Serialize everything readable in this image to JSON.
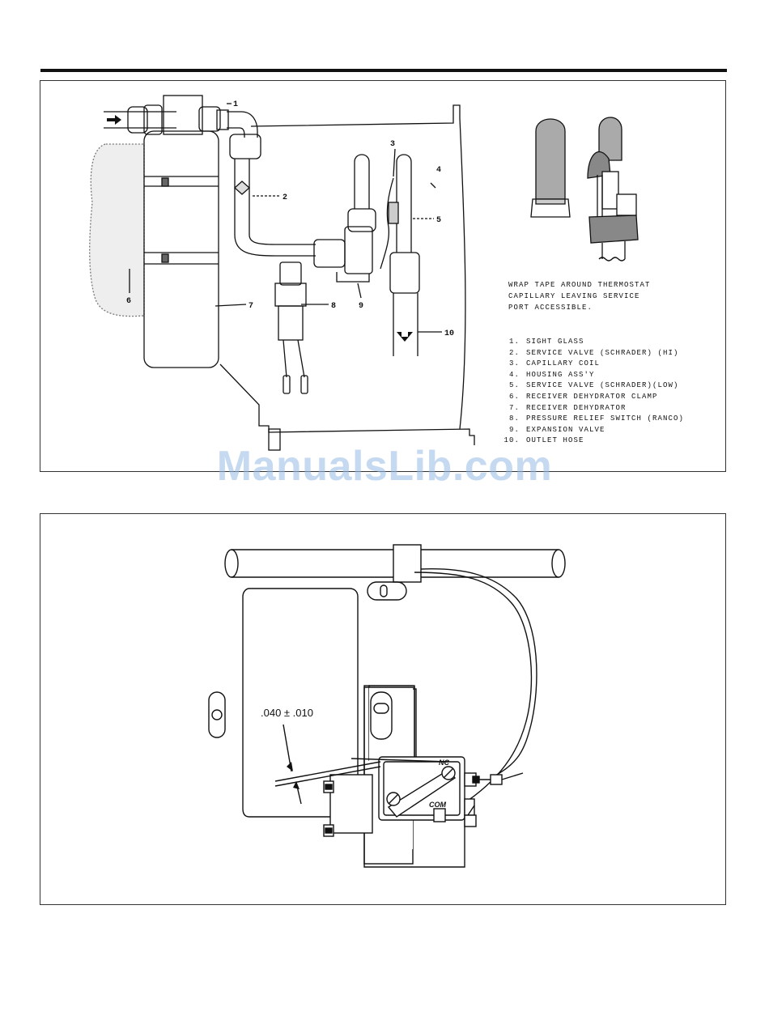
{
  "figure1": {
    "callouts": [
      "1",
      "2",
      "3",
      "4",
      "5",
      "6",
      "7",
      "8",
      "9",
      "10"
    ],
    "note": [
      "WRAP TAPE AROUND THERMOSTAT",
      "CAPILLARY LEAVING SERVICE",
      "PORT ACCESSIBLE."
    ],
    "legend": [
      {
        "num": "1.",
        "label": "SIGHT GLASS"
      },
      {
        "num": "2.",
        "label": "SERVICE VALVE (SCHRADER) (HI)"
      },
      {
        "num": "3.",
        "label": "CAPILLARY COIL"
      },
      {
        "num": "4.",
        "label": "HOUSING ASS'Y"
      },
      {
        "num": "5.",
        "label": "SERVICE VALVE (SCHRADER)(LOW)"
      },
      {
        "num": "6.",
        "label": "RECEIVER DEHYDRATOR CLAMP"
      },
      {
        "num": "7.",
        "label": "RECEIVER DEHYDRATOR"
      },
      {
        "num": "8.",
        "label": "PRESSURE RELIEF SWITCH (RANCO)"
      },
      {
        "num": "9.",
        "label": "EXPANSION VALVE"
      },
      {
        "num": "10.",
        "label": "OUTLET HOSE"
      }
    ]
  },
  "figure2": {
    "dimension": ".040 ± .010",
    "terminal_nc": "NC",
    "terminal_com": "COM"
  },
  "watermark": "ManualsLib.com"
}
